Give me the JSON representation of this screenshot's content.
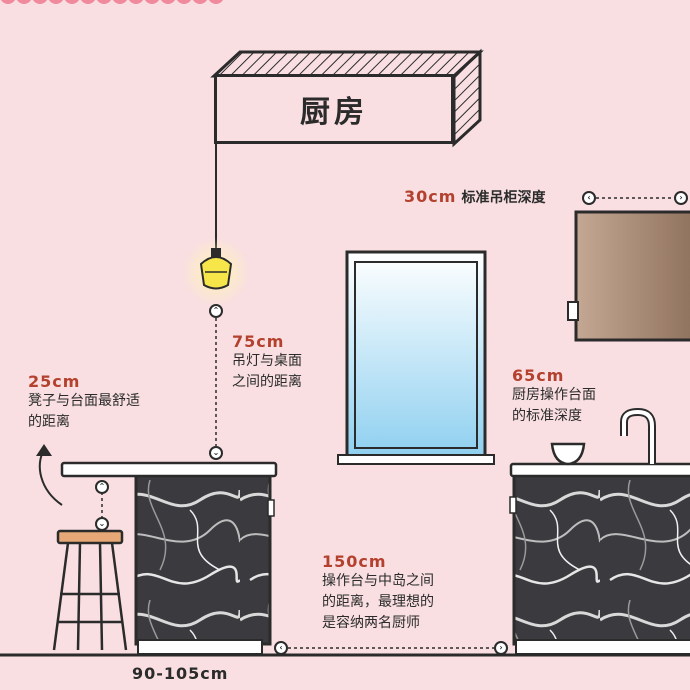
{
  "title": "厨房",
  "annotations": {
    "cabinet_depth_value": "30cm",
    "cabinet_depth_label": "标准吊柜深度",
    "pendant_value": "75cm",
    "pendant_line1": "吊灯与桌面",
    "pendant_line2": "之间的距离",
    "stool_value": "25cm",
    "stool_line1": "凳子与台面最舒适",
    "stool_line2": "的距离",
    "counter_value": "65cm",
    "counter_line1": "厨房操作台面",
    "counter_line2": "的标准深度",
    "aisle_value": "150cm",
    "aisle_line1": "操作台与中岛之间",
    "aisle_line2": "的距离，最理想的",
    "aisle_line3": "是容纳两名厨师",
    "island_value": "90-105cm"
  },
  "colors": {
    "background": "#f9dfe2",
    "accent": "#b3412d",
    "outline": "#2b2b2b",
    "cabinet": "#a3866f",
    "window_glass": "#bfe3f5",
    "lamp": "#f7e64a"
  },
  "icons": {
    "pendant": "pendant-lamp-icon",
    "stool": "bar-stool-icon",
    "faucet": "faucet-icon",
    "bowl": "bowl-icon"
  }
}
